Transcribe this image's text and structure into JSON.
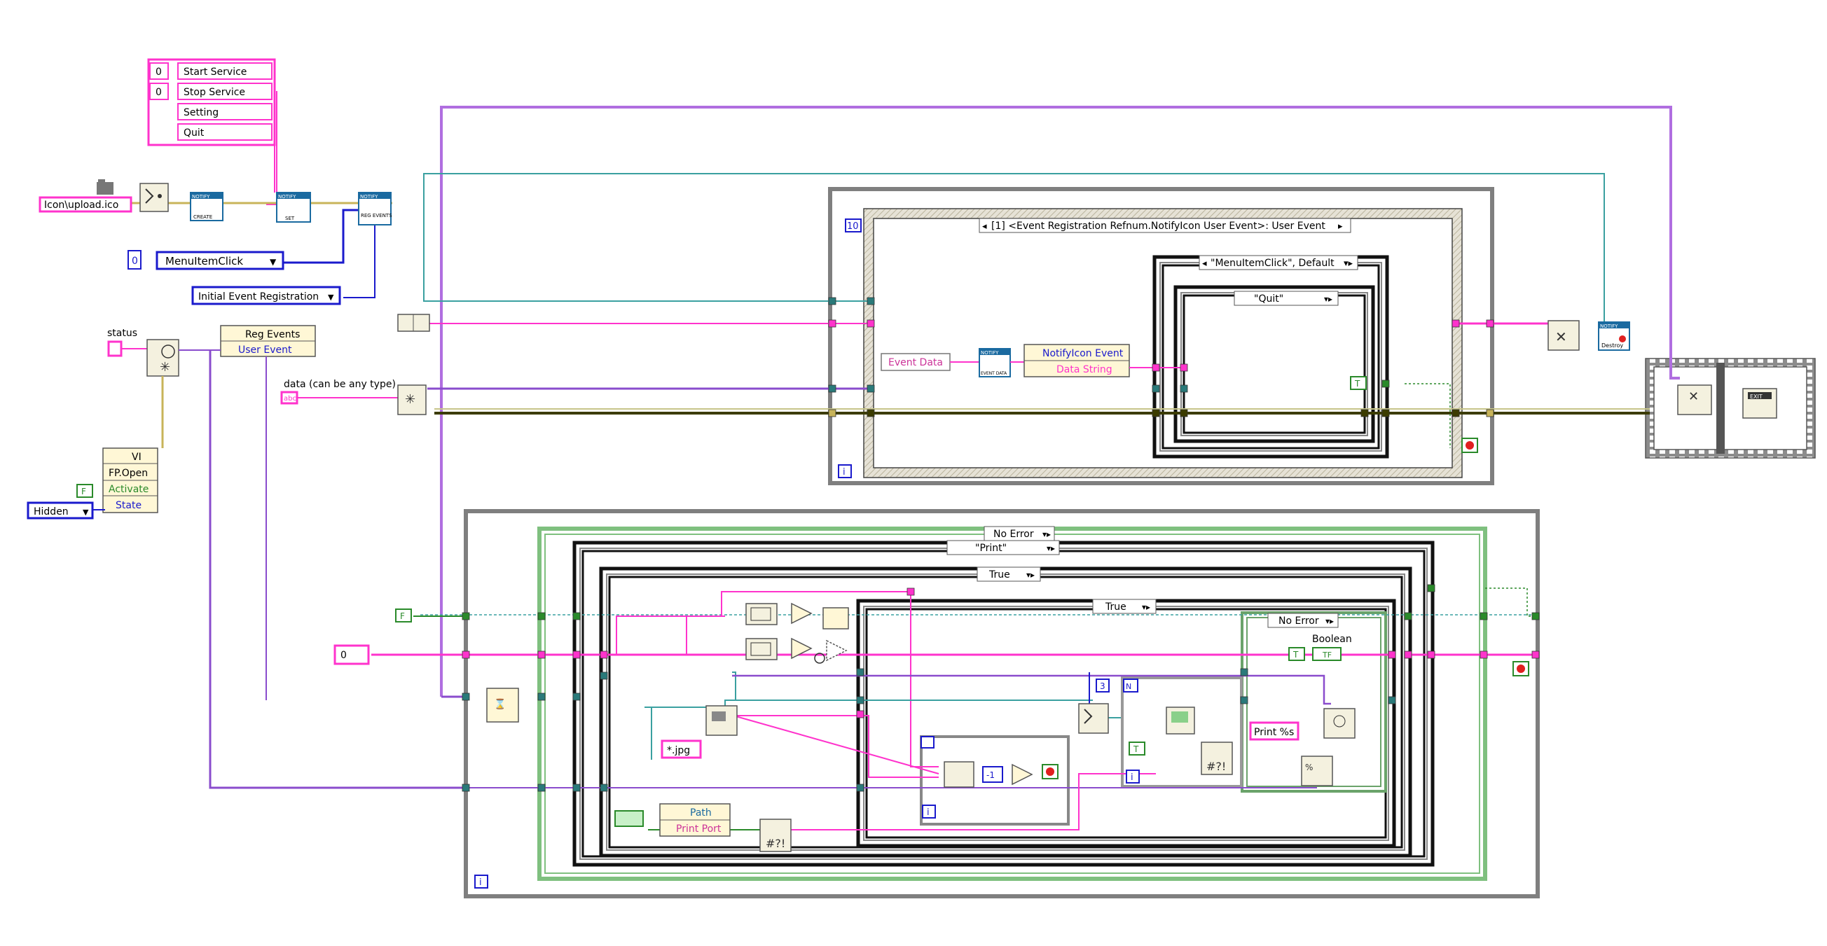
{
  "menu_items": [
    {
      "index": "0",
      "label": "Start Service"
    },
    {
      "index": "0",
      "label": "Stop Service"
    },
    {
      "label": "Setting"
    },
    {
      "label": "Quit"
    }
  ],
  "constants": {
    "icon_path": "Icon\\upload.ico",
    "menu_event": "MenuItemClick",
    "menu_event_index": "0",
    "init_reg": "Initial Event Registration",
    "status_label": "status",
    "data_label": "data (can be any type)",
    "hidden_enum": "Hidden",
    "false_const": "F",
    "num_zero": "0",
    "jpg_filter": "*.jpg",
    "loop_count": "10",
    "three_const": "3",
    "print_fmt": "Print %s"
  },
  "property_node": {
    "title": "VI",
    "rows": [
      "FP.Open",
      "Activate",
      "State"
    ]
  },
  "reg_events": {
    "title": "Reg Events",
    "event": "User Event"
  },
  "notify_nodes": {
    "create": "CREATE",
    "set": "SET",
    "reg": "REG EVENTS",
    "event_data": "EVENT DATA",
    "destroy": "Destroy",
    "header": "NOTIFY"
  },
  "event_structure": {
    "selector": "[1] <Event Registration Refnum.NotifyIcon User Event>: User Event",
    "event_data_label": "Event Data",
    "unbundle_rows": [
      "NotifyIcon Event",
      "Data String"
    ]
  },
  "case_structures": {
    "menu_case": "\"MenuItemClick\", Default",
    "quit_case": "\"Quit\"",
    "no_error_outer": "No Error",
    "print_case": "\"Print\"",
    "true_case": "True",
    "true_inner": "True",
    "no_error_inner": "No Error"
  },
  "misc": {
    "boolean_label": "Boolean",
    "path_unbundle": [
      "Path",
      "Print Port"
    ],
    "true_const": "T",
    "tf_indicator": "TF",
    "iter": "i",
    "exit": "EXIT"
  }
}
